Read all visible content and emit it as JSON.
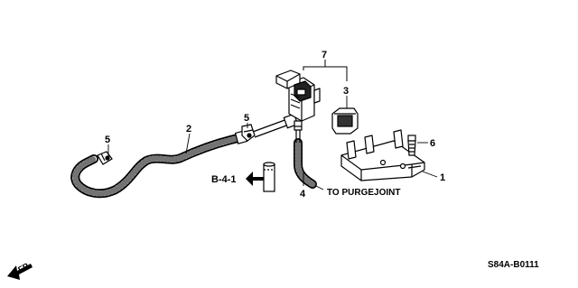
{
  "callouts": {
    "c1": "1",
    "c2": "2",
    "c3": "3",
    "c4": "4",
    "c5a": "5",
    "c5b": "5",
    "c6": "6",
    "c7": "7"
  },
  "reference": "B-4-1",
  "note": "TO PURGEJOINT",
  "direction": "FR.",
  "diagram_code": "S84A-B0111"
}
